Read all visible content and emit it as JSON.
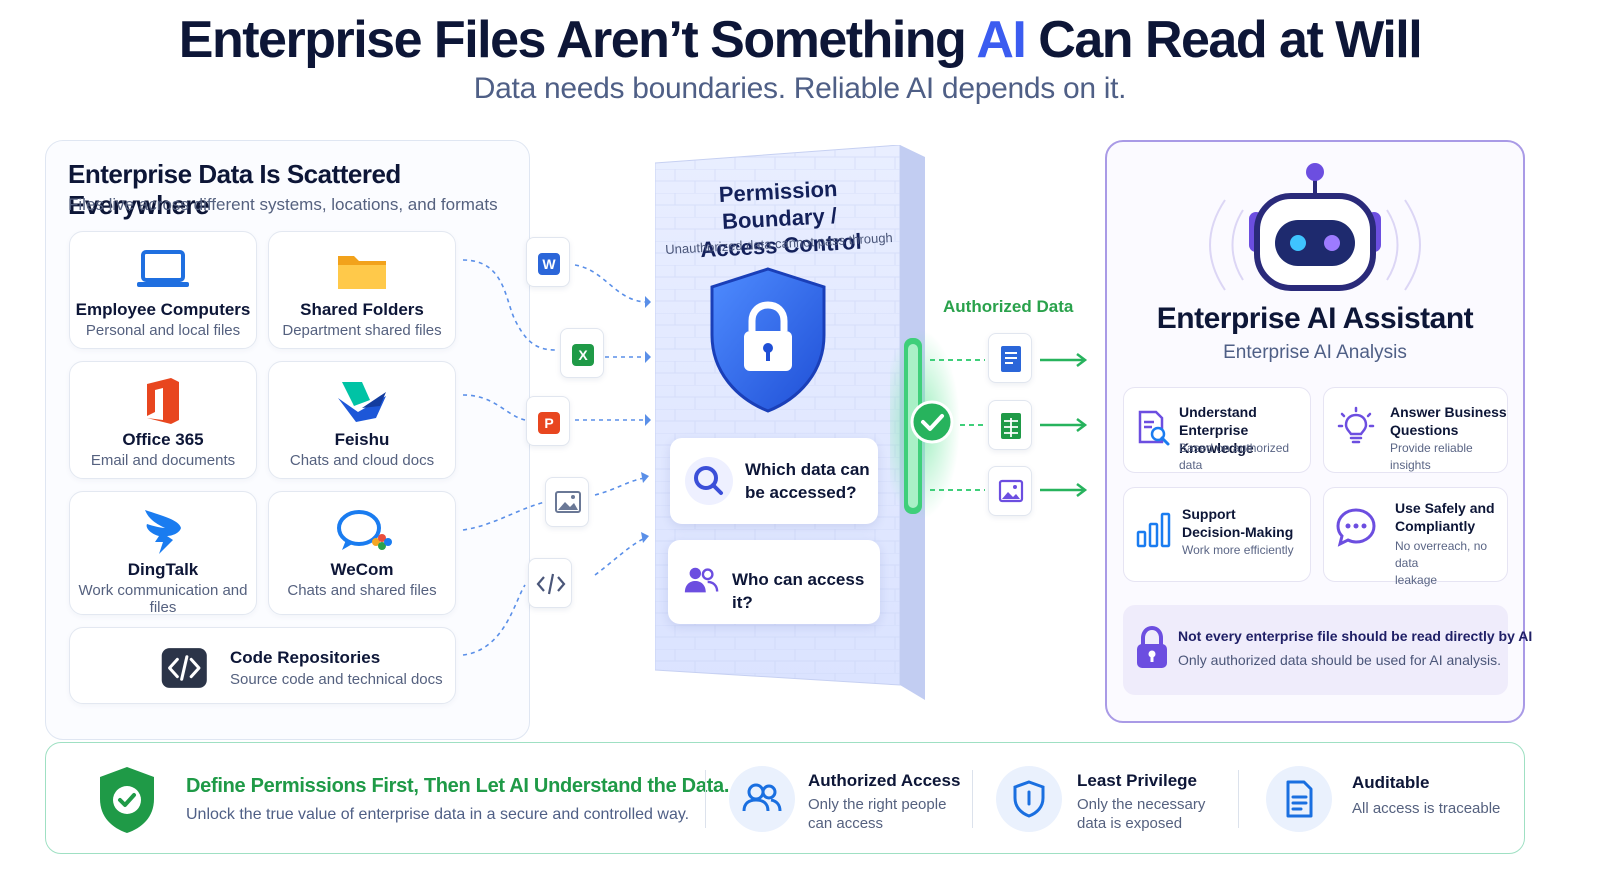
{
  "header": {
    "title_part1": "Enterprise Files Aren’t Something ",
    "title_ai": "AI",
    "title_part2": " Can Read at Will",
    "subtitle": "Data needs boundaries. Reliable AI depends on it."
  },
  "sources": {
    "title": "Enterprise Data Is Scattered Everywhere",
    "subtitle": "Files live across different systems, locations, and formats",
    "items": [
      {
        "title": "Employee Computers",
        "sub": "Personal and local files",
        "icon": "laptop-icon"
      },
      {
        "title": "Shared Folders",
        "sub": "Department shared files",
        "icon": "folder-icon"
      },
      {
        "title": "Office 365",
        "sub": "Email and documents",
        "icon": "office365-icon"
      },
      {
        "title": "Feishu",
        "sub": "Chats and cloud docs",
        "icon": "feishu-icon"
      },
      {
        "title": "DingTalk",
        "sub": "Work communication and files",
        "icon": "dingtalk-icon"
      },
      {
        "title": "WeCom",
        "sub": "Chats and shared files",
        "icon": "wecom-icon"
      },
      {
        "title": "Code Repositories",
        "sub": "Source code and technical docs",
        "icon": "code-icon"
      }
    ]
  },
  "file_badges": {
    "word": "W",
    "excel": "X",
    "ppt": "P"
  },
  "boundary": {
    "title_line1": "Permission Boundary /",
    "title_line2": "Access Control",
    "subtitle": "Unauthorized data cannot pass through",
    "question1_line1": "Which data can",
    "question1_line2": "be accessed?",
    "question2": "Who can access it?"
  },
  "authorized_label": "Authorized Data",
  "assistant": {
    "title": "Enterprise AI Assistant",
    "subtitle": "Enterprise AI Analysis",
    "features": [
      {
        "title_l1": "Understand",
        "title_l2": "Enterprise Knowledge",
        "sub_l1": "Based on authorized data",
        "sub_l2": "",
        "icon": "document-search-icon"
      },
      {
        "title_l1": "Answer Business",
        "title_l2": "Questions",
        "sub_l1": "Provide reliable insights",
        "sub_l2": "",
        "icon": "lightbulb-icon"
      },
      {
        "title_l1": "Support",
        "title_l2": "Decision-Making",
        "sub_l1": "Work more efficiently",
        "sub_l2": "",
        "icon": "bar-chart-icon"
      },
      {
        "title_l1": "Use Safely and",
        "title_l2": "Compliantly",
        "sub_l1": "No overreach, no data",
        "sub_l2": "leakage",
        "icon": "chat-bubble-icon"
      }
    ],
    "note_title": "Not every enterprise file should be read directly by AI",
    "note_sub": "Only authorized data should be used for AI analysis."
  },
  "footer": {
    "title": "Define Permissions First, Then Let AI Understand the Data.",
    "subtitle": "Unlock the true value of enterprise data in a secure and controlled way.",
    "items": [
      {
        "title": "Authorized Access",
        "sub_l1": "Only the right people",
        "sub_l2": "can access"
      },
      {
        "title": "Least Privilege",
        "sub_l1": "Only the necessary",
        "sub_l2": "data is exposed"
      },
      {
        "title": "Auditable",
        "sub_l1": "All access is traceable",
        "sub_l2": ""
      }
    ]
  },
  "colors": {
    "accent_blue": "#3b5cf0",
    "accent_green": "#2aa24c",
    "accent_purple": "#6c4ee0",
    "dark_navy": "#0d1637"
  }
}
